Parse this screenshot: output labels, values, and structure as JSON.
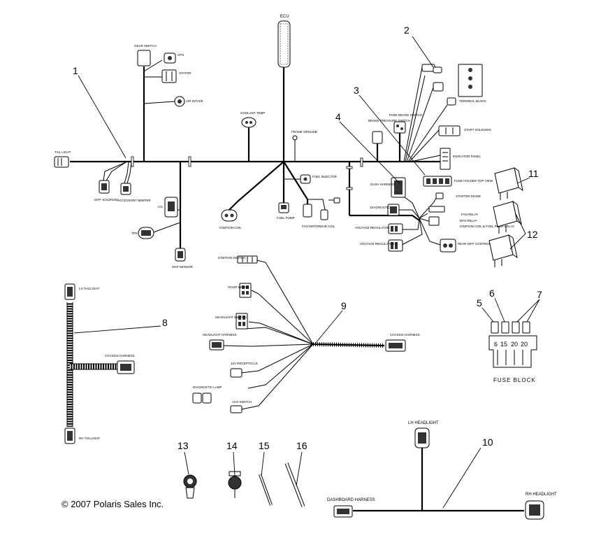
{
  "callouts": {
    "n1": "1",
    "n2": "2",
    "n3": "3",
    "n4": "4",
    "n5": "5",
    "n6": "6",
    "n7": "7",
    "n8": "8",
    "n9": "9",
    "n10": "10",
    "n11": "11",
    "n12": "12",
    "n13": "13",
    "n14": "14",
    "n15": "15",
    "n16": "16"
  },
  "main_harness": {
    "ecu": "ECU",
    "tail_light": "TAIL LIGHT",
    "gear_switch": "GEAR SWITCH",
    "cps": "CPS",
    "stator": "STATOR",
    "air_intake": "AIR INTAKE",
    "diff_solenoid": "DIFF SOLENOID",
    "accessory_beeper": "ACCESSORY BEEPER",
    "iac": "IAC",
    "tps": "TPS",
    "map_sensor": "MAP SENSOR",
    "coolant_temp": "COOLANT TEMP",
    "frame_ground": "FRAME GROUND",
    "ignition_coil": "IGNITION COIL",
    "fuel_pump": "FUEL PUMP",
    "fuel_injector": "FUEL INJECTOR",
    "fan_motor": "FAN MOTOR",
    "hub_coil": "HUB COIL",
    "brake_pressure_switch": "BRAKE PRESSURE SWITCH",
    "park_brake_switch": "PARK BRAKE SWITCH",
    "terminal_block": "TERMINAL BLOCK",
    "start_solenoid": "START SOLENOID",
    "indicator_panel": "INDICATOR PANEL",
    "fuse_holder": "FUSE HOLDER TOP VIEW",
    "starter_diode": "STARTER DIODE",
    "dash_harness": "DASH HARNESS",
    "diagnostic": "DIAGNOSTIC",
    "voltage_regulator_1": "VOLTAGE REGULATOR 1",
    "voltage_regulator_2": "VOLTAGE REGULATOR 2",
    "fan_relay": "FAN RELAY",
    "eps_relay": "EPS RELAY",
    "ignition_relay": "IGNITION COIL & FUEL PUMP RELAY",
    "rear_diff_controller": "REAR DIFF CONTROLLER"
  },
  "dash_harness": {
    "ignition_switch": "IGNITION SWITCH",
    "hour_meter": "HOUR METER",
    "headlight_switch": "HEADLIGHT SWITCH",
    "headlight_harness": "HEADLIGHT HARNESS",
    "dc_receptacle": "12V RECEPTACLE",
    "diagnostic_lamp": "DIAGNOSTIC LAMP",
    "aux_switch": "AUX SWITCH",
    "chassis_harness": "CHASSIS HARNESS"
  },
  "chassis_harness": {
    "lh_taillight": "LH TAILLIGHT",
    "rh_taillight": "RH TAILLIGHT",
    "chassis_harness": "CHASSIS HARNESS"
  },
  "headlight_harness": {
    "lh_headlight": "LH HEADLIGHT",
    "rh_headlight": "RH HEADLIGHT",
    "dashboard_harness": "DASHBOARD HARNESS"
  },
  "fuse_block": {
    "title": "FUSE BLOCK",
    "ratings": [
      "6",
      "15",
      "20",
      "20"
    ]
  },
  "copyright": "© 2007 Polaris Sales Inc."
}
